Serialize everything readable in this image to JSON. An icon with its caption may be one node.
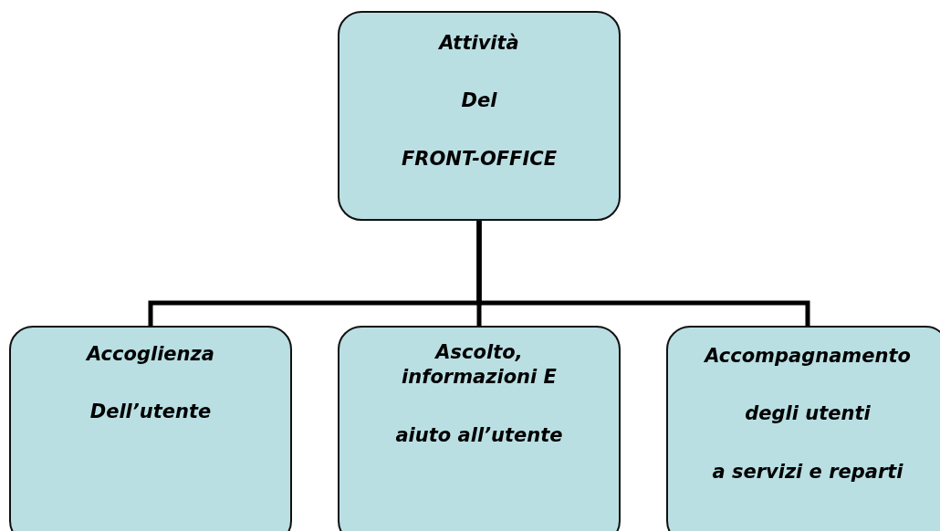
{
  "diagram": {
    "nodes": [
      {
        "text": [
          "Attività",
          "Del",
          "FRONT-OFFICE"
        ]
      },
      {
        "text": [
          "Accoglienza",
          "Dell’utente"
        ]
      },
      {
        "text": [
          "Ascolto, informazioni E",
          "aiuto all’utente"
        ]
      },
      {
        "text": [
          "Accompagnamento",
          "degli utenti",
          "a servizi e reparti"
        ]
      }
    ],
    "edges": [
      {
        "from": 0,
        "to": 1,
        "arrow": "none"
      },
      {
        "from": 0,
        "to": 2,
        "arrow": "none"
      },
      {
        "from": 0,
        "to": 3,
        "arrow": "none"
      }
    ]
  }
}
